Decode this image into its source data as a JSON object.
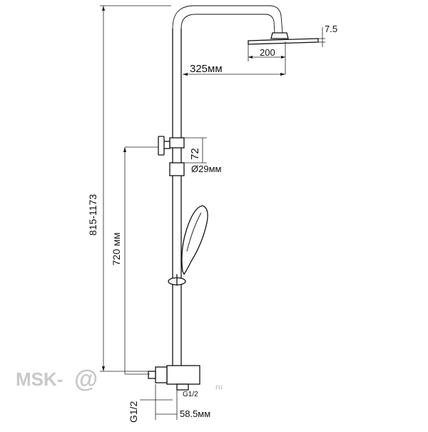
{
  "dimensions": {
    "total_height": "815-1173",
    "valve_height": "720 мм",
    "arm_length": "325мм",
    "head_diameter": "200",
    "head_thickness": "7.5",
    "holder_spacing": "72",
    "pipe_diameter": "Ø29мм",
    "inlet_thread": "G1/2",
    "outlet_thread": "G1/2",
    "inlet_offset": "58.5мм"
  },
  "watermark": {
    "brand": "MSK-",
    "at_sign": "@",
    "suffix": "ru"
  },
  "colors": {
    "line": "#111111",
    "watermark": "#c8c8c8"
  }
}
